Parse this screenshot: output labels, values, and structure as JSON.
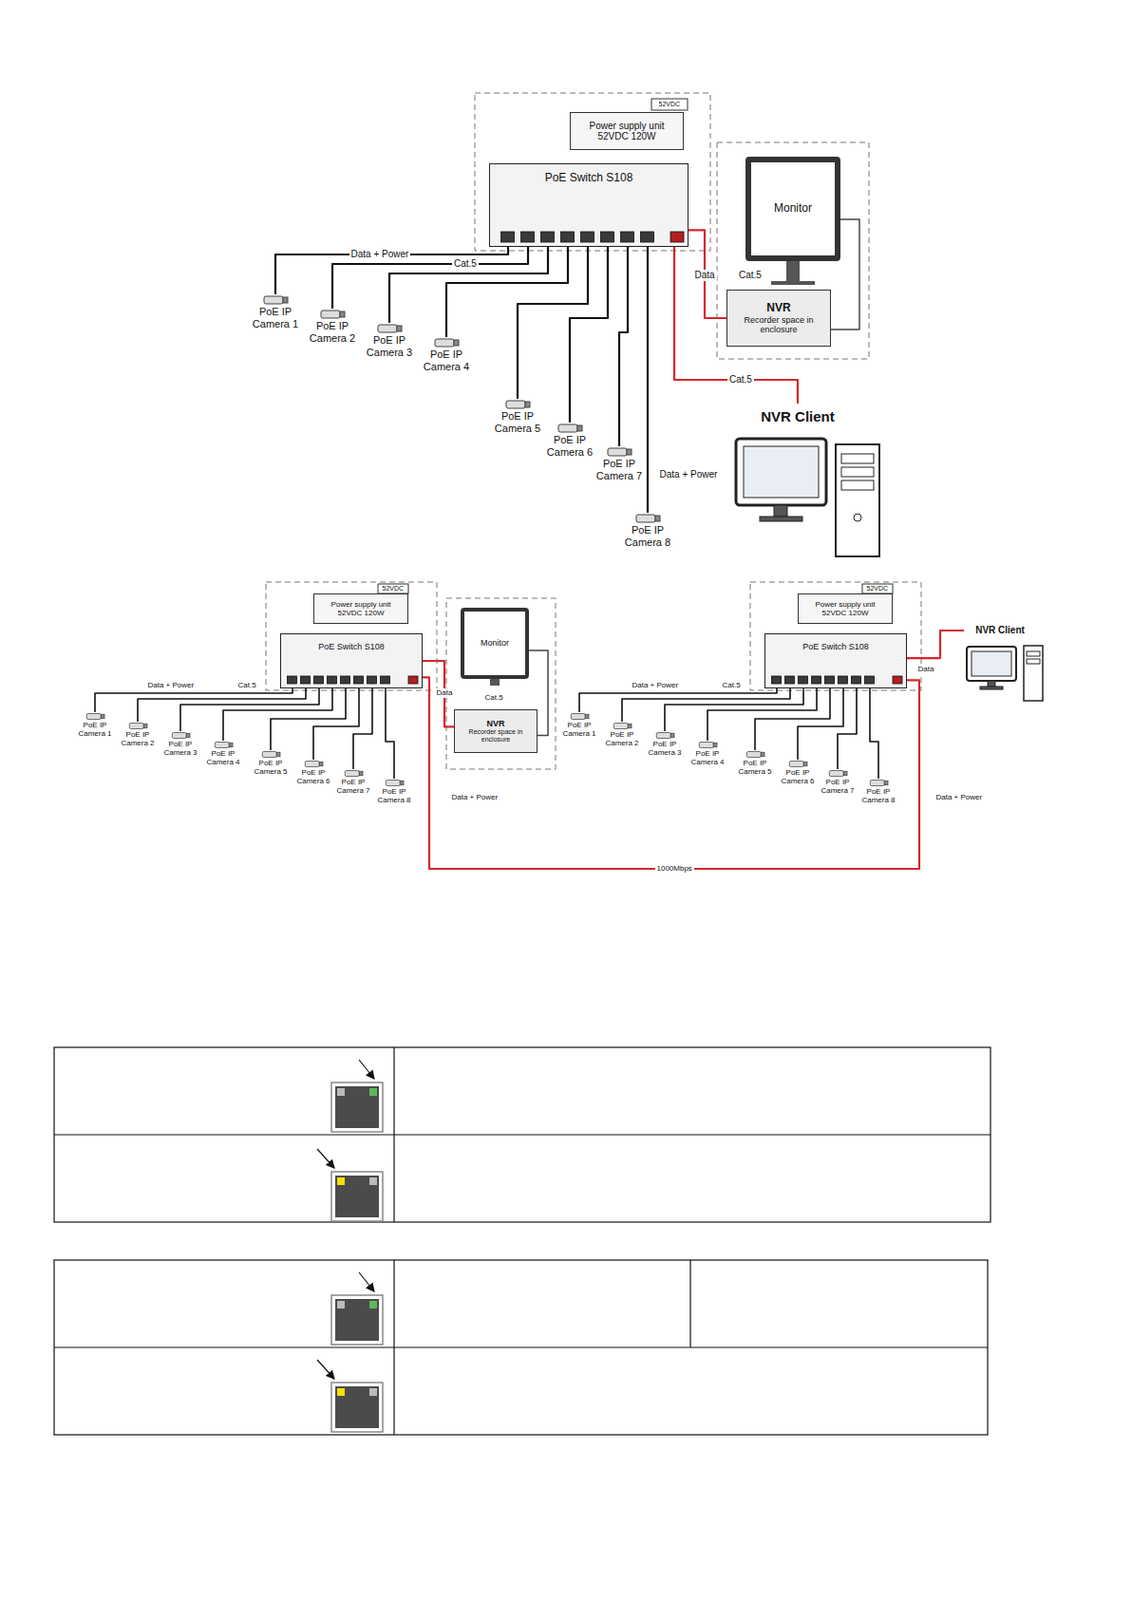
{
  "diagram": {
    "nodes": [
      {
        "text": [
          "Power supply unit 52VDC 120W"
        ]
      },
      {
        "text": [
          "PoE Switch S108"
        ]
      },
      {
        "text": [
          "Monitor"
        ]
      },
      {
        "text": [
          "NVR",
          "Recorder space in enclosure"
        ]
      },
      {
        "text": [
          "NVR Client"
        ]
      },
      {
        "text": [
          "PoE IP Camera 1"
        ]
      },
      {
        "text": [
          "PoE IP Camera 2"
        ]
      },
      {
        "text": [
          "PoE IP Camera 3"
        ]
      },
      {
        "text": [
          "PoE IP Camera 4"
        ]
      },
      {
        "text": [
          "PoE IP Camera 5"
        ]
      },
      {
        "text": [
          "PoE IP Camera 6"
        ]
      },
      {
        "text": [
          "PoE IP Camera 7"
        ]
      },
      {
        "text": [
          "PoE IP Camera 8"
        ]
      },
      {
        "text": [
          "Power supply unit 52VDC 120W"
        ]
      },
      {
        "text": [
          "PoE Switch S108"
        ]
      },
      {
        "text": [
          "Monitor"
        ]
      },
      {
        "text": [
          "NVR",
          "Recorder space in enclosure"
        ]
      },
      {
        "text": [
          "PoE IP Camera 1"
        ]
      },
      {
        "text": [
          "PoE IP Camera 2"
        ]
      },
      {
        "text": [
          "PoE IP Camera 3"
        ]
      },
      {
        "text": [
          "PoE IP Camera 4"
        ]
      },
      {
        "text": [
          "PoE IP Camera 5"
        ]
      },
      {
        "text": [
          "PoE IP Camera 6"
        ]
      },
      {
        "text": [
          "PoE IP Camera 7"
        ]
      },
      {
        "text": [
          "PoE IP Camera 8"
        ]
      },
      {
        "text": [
          "Power supply unit 52VDC 120W"
        ]
      },
      {
        "text": [
          "PoE Switch S108"
        ]
      },
      {
        "text": [
          "NVR Client"
        ]
      },
      {
        "text": [
          "PoE IP Camera 1"
        ]
      },
      {
        "text": [
          "PoE IP Camera 2"
        ]
      },
      {
        "text": [
          "PoE IP Camera 3"
        ]
      },
      {
        "text": [
          "PoE IP Camera 4"
        ]
      },
      {
        "text": [
          "PoE IP Camera 5"
        ]
      },
      {
        "text": [
          "PoE IP Camera 6"
        ]
      },
      {
        "text": [
          "PoE IP Camera 7"
        ]
      },
      {
        "text": [
          "PoE IP Camera 8"
        ]
      }
    ],
    "edges": [
      {
        "from": 5,
        "to": 1,
        "arrow": "none",
        "label": "Data + Power"
      },
      {
        "from": 6,
        "to": 1,
        "arrow": "none",
        "label": "Cat.5"
      },
      {
        "from": 7,
        "to": 1,
        "arrow": "none"
      },
      {
        "from": 8,
        "to": 1,
        "arrow": "none"
      },
      {
        "from": 9,
        "to": 1,
        "arrow": "none"
      },
      {
        "from": 10,
        "to": 1,
        "arrow": "none"
      },
      {
        "from": 11,
        "to": 1,
        "arrow": "none"
      },
      {
        "from": 12,
        "to": 1,
        "arrow": "none",
        "label": "Data + Power"
      },
      {
        "from": 1,
        "to": 3,
        "arrow": "none",
        "label": "Data"
      },
      {
        "from": 2,
        "to": 3,
        "arrow": "none"
      },
      {
        "from": 1,
        "to": 4,
        "arrow": "none",
        "label": "Cat.5"
      },
      {
        "from": 17,
        "to": 14,
        "arrow": "none",
        "label": "Data + Power"
      },
      {
        "from": 18,
        "to": 14,
        "arrow": "none",
        "label": "Cat.5"
      },
      {
        "from": 19,
        "to": 14,
        "arrow": "none"
      },
      {
        "from": 20,
        "to": 14,
        "arrow": "none"
      },
      {
        "from": 21,
        "to": 14,
        "arrow": "none"
      },
      {
        "from": 22,
        "to": 14,
        "arrow": "none"
      },
      {
        "from": 23,
        "to": 14,
        "arrow": "none"
      },
      {
        "from": 24,
        "to": 14,
        "arrow": "none",
        "label": "Data + Power"
      },
      {
        "from": 14,
        "to": 16,
        "arrow": "none",
        "label": "Data"
      },
      {
        "from": 15,
        "to": 16,
        "arrow": "none"
      },
      {
        "from": 14,
        "to": 26,
        "arrow": "none",
        "label": "1000Mbps"
      },
      {
        "from": 28,
        "to": 26,
        "arrow": "none",
        "label": "Data + Power"
      },
      {
        "from": 29,
        "to": 26,
        "arrow": "none",
        "label": "Cat.5"
      },
      {
        "from": 30,
        "to": 26,
        "arrow": "none"
      },
      {
        "from": 31,
        "to": 26,
        "arrow": "none"
      },
      {
        "from": 32,
        "to": 26,
        "arrow": "none"
      },
      {
        "from": 33,
        "to": 26,
        "arrow": "none"
      },
      {
        "from": 34,
        "to": 26,
        "arrow": "none"
      },
      {
        "from": 35,
        "to": 26,
        "arrow": "none",
        "label": "Data + Power"
      },
      {
        "from": 26,
        "to": 27,
        "arrow": "none",
        "label": "Data"
      }
    ],
    "labels": [
      "52VDC",
      "Cat.5",
      "52VDC",
      "Cat.5",
      "52VDC"
    ]
  }
}
